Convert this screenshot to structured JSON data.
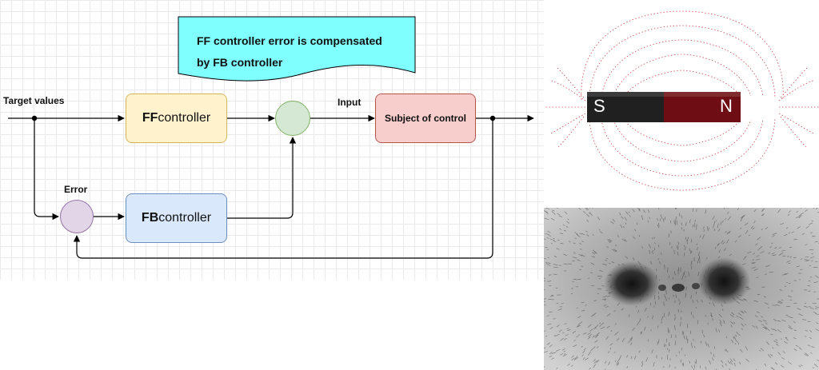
{
  "diagram": {
    "note": {
      "line1": "FF controller error is compensated",
      "line2": "by FB controller"
    },
    "labels": {
      "target": "Target values",
      "input": "Input",
      "error": "Error"
    },
    "ff_controller": {
      "bold": "FF",
      "rest": "controller"
    },
    "fb_controller": {
      "bold": "FB",
      "rest": "controller"
    },
    "subject": "Subject of control",
    "colors": {
      "ff_fill": "#fff2cc",
      "ff_stroke": "#d6b656",
      "fb_fill": "#dae8fc",
      "fb_stroke": "#6c8ebf",
      "subject_fill": "#f8cecc",
      "subject_stroke": "#b85450",
      "sum_fill": "#d5e8d4",
      "sum_stroke": "#82b366",
      "error_fill": "#e1d5e7",
      "error_stroke": "#9673a6",
      "note_fill": "#80ffff"
    }
  },
  "magnet": {
    "south": "S",
    "north": "N"
  }
}
